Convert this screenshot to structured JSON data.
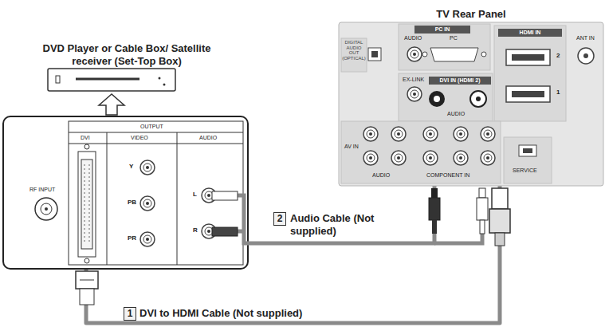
{
  "diagram": {
    "nodes": [
      {
        "text": [
          "DVD Player or Cable Box/ Satellite receiver (Set-Top Box)"
        ]
      },
      {
        "text": [
          "TV Rear Panel"
        ]
      }
    ],
    "edges": [
      {
        "from": 0,
        "to": 1,
        "arrow": "none",
        "label": "DVI to HDMI Cable (Not supplied)"
      },
      {
        "from": 0,
        "to": 1,
        "arrow": "none",
        "label": "Audio Cable (Not supplied)"
      }
    ],
    "labels": [
      "OUTPUT",
      "DVI",
      "VIDEO",
      "AUDIO",
      "RF INPUT",
      "Y",
      "PB",
      "PR",
      "L",
      "R",
      "PC IN",
      "AUDIO",
      "PC",
      "DIGITAL AUDIO OUT (OPTICAL)",
      "EX-LINK",
      "DVI IN (HDMI 2)",
      "AUDIO",
      "HDMI IN",
      "2",
      "1",
      "ANT IN",
      "AV IN",
      "AUDIO",
      "COMPONENT IN",
      "SERVICE",
      "1",
      "2"
    ]
  }
}
